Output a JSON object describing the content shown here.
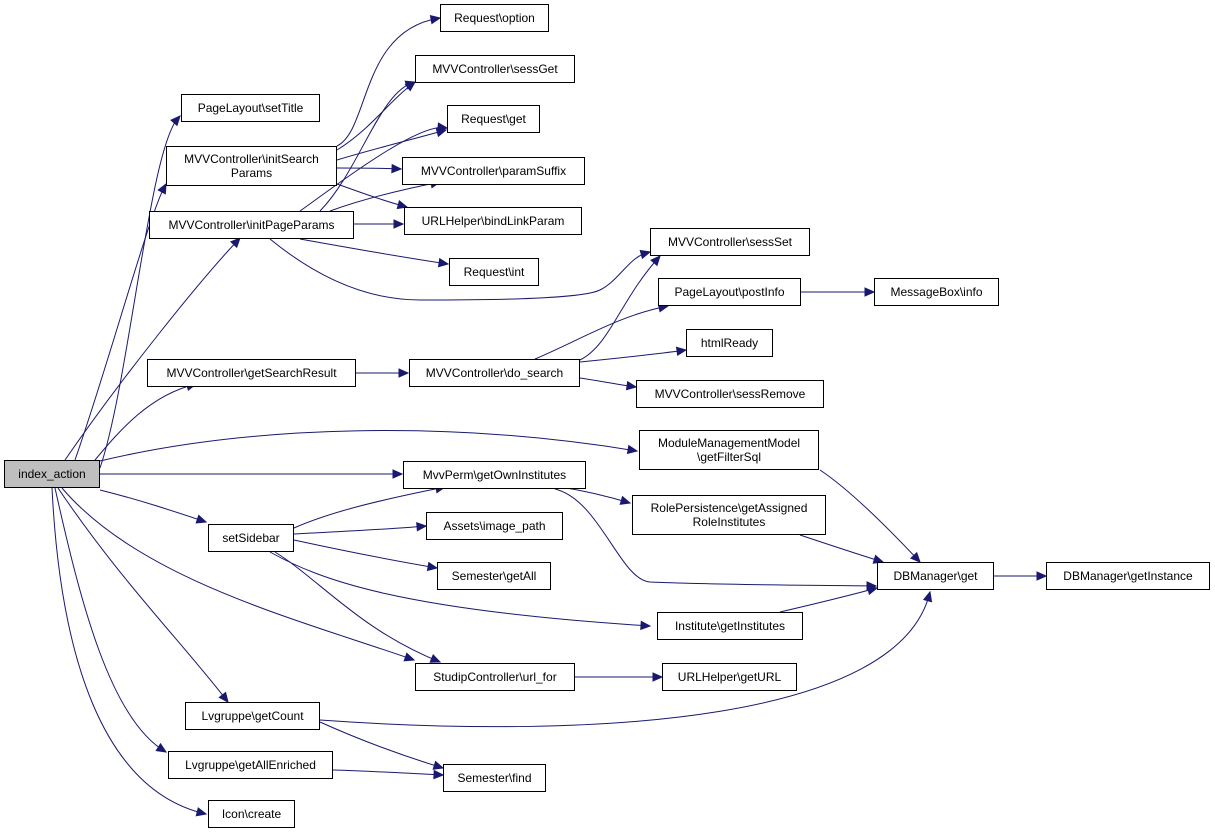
{
  "nodes": [
    {
      "id": "index_action",
      "label": "index_action",
      "root": true
    },
    {
      "id": "setTitle",
      "label": "PageLayout\\setTitle"
    },
    {
      "id": "initSearchParams",
      "label": "MVVController\\initSearch\nParams"
    },
    {
      "id": "initPageParams",
      "label": "MVVController\\initPageParams"
    },
    {
      "id": "getSearchResult",
      "label": "MVVController\\getSearchResult"
    },
    {
      "id": "setSidebar",
      "label": "setSidebar"
    },
    {
      "id": "lvgCount",
      "label": "Lvgruppe\\getCount"
    },
    {
      "id": "lvgAllEnriched",
      "label": "Lvgruppe\\getAllEnriched"
    },
    {
      "id": "iconCreate",
      "label": "Icon\\create"
    },
    {
      "id": "reqOption",
      "label": "Request\\option"
    },
    {
      "id": "sessGet",
      "label": "MVVController\\sessGet"
    },
    {
      "id": "reqGet",
      "label": "Request\\get"
    },
    {
      "id": "paramSuffix",
      "label": "MVVController\\paramSuffix"
    },
    {
      "id": "bindLinkParam",
      "label": "URLHelper\\bindLinkParam"
    },
    {
      "id": "reqInt",
      "label": "Request\\int"
    },
    {
      "id": "doSearch",
      "label": "MVVController\\do_search"
    },
    {
      "id": "getOwnInst",
      "label": "MvvPerm\\getOwnInstitutes"
    },
    {
      "id": "imagePath",
      "label": "Assets\\image_path"
    },
    {
      "id": "semGetAll",
      "label": "Semester\\getAll"
    },
    {
      "id": "urlFor",
      "label": "StudipController\\url_for"
    },
    {
      "id": "semFind",
      "label": "Semester\\find"
    },
    {
      "id": "sessSet",
      "label": "MVVController\\sessSet"
    },
    {
      "id": "postInfo",
      "label": "PageLayout\\postInfo"
    },
    {
      "id": "htmlReady",
      "label": "htmlReady"
    },
    {
      "id": "sessRemove",
      "label": "MVVController\\sessRemove"
    },
    {
      "id": "filterSql",
      "label": "ModuleManagementModel\n\\getFilterSql"
    },
    {
      "id": "roleInst",
      "label": "RolePersistence\\getAssigned\nRoleInstitutes"
    },
    {
      "id": "instGet",
      "label": "Institute\\getInstitutes"
    },
    {
      "id": "getURL",
      "label": "URLHelper\\getURL"
    },
    {
      "id": "msgInfo",
      "label": "MessageBox\\info"
    },
    {
      "id": "dbGet",
      "label": "DBManager\\get"
    },
    {
      "id": "dbInstance",
      "label": "DBManager\\getInstance"
    }
  ],
  "colors": {
    "edge": "#191970",
    "root_fill": "#bfbfbf",
    "node_fill": "#ffffff",
    "border": "#000000"
  }
}
